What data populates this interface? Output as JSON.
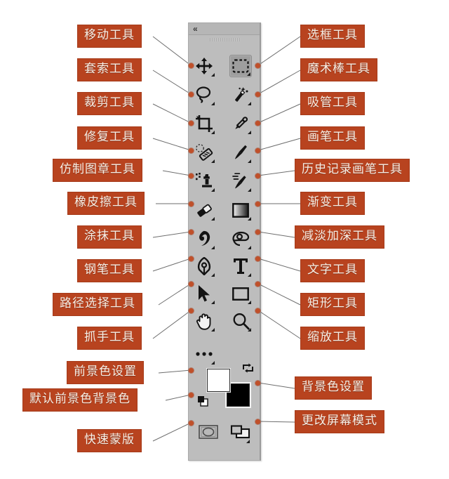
{
  "panel": {
    "name": "photoshop-toolbar",
    "collapse_chevrons": "«",
    "selected_tool": "marquee-tool",
    "background_color": "#bdbdbd",
    "accent_color": "#b8431f"
  },
  "annotations": {
    "left": [
      {
        "label": "移动工具",
        "name": "label-move-tool"
      },
      {
        "label": "套索工具",
        "name": "label-lasso-tool"
      },
      {
        "label": "裁剪工具",
        "name": "label-crop-tool"
      },
      {
        "label": "修复工具",
        "name": "label-healing-tool"
      },
      {
        "label": "仿制图章工具",
        "name": "label-clone-stamp-tool"
      },
      {
        "label": "橡皮擦工具",
        "name": "label-eraser-tool"
      },
      {
        "label": "涂抹工具",
        "name": "label-smudge-tool"
      },
      {
        "label": "钢笔工具",
        "name": "label-pen-tool"
      },
      {
        "label": "路径选择工具",
        "name": "label-path-selection-tool"
      },
      {
        "label": "抓手工具",
        "name": "label-hand-tool"
      },
      {
        "label": "前景色设置",
        "name": "label-foreground-color"
      },
      {
        "label": "默认前景色背景色",
        "name": "label-default-colors"
      },
      {
        "label": "快速蒙版",
        "name": "label-quick-mask"
      }
    ],
    "right": [
      {
        "label": "选框工具",
        "name": "label-marquee-tool"
      },
      {
        "label": "魔术棒工具",
        "name": "label-magic-wand-tool"
      },
      {
        "label": "吸管工具",
        "name": "label-eyedropper-tool"
      },
      {
        "label": "画笔工具",
        "name": "label-brush-tool"
      },
      {
        "label": "历史记录画笔工具",
        "name": "label-history-brush-tool"
      },
      {
        "label": "渐变工具",
        "name": "label-gradient-tool"
      },
      {
        "label": "减淡加深工具",
        "name": "label-dodge-burn-tool"
      },
      {
        "label": "文字工具",
        "name": "label-type-tool"
      },
      {
        "label": "矩形工具",
        "name": "label-rectangle-tool"
      },
      {
        "label": "缩放工具",
        "name": "label-zoom-tool"
      },
      {
        "label": "背景色设置",
        "name": "label-background-color"
      },
      {
        "label": "更改屏幕模式",
        "name": "label-screen-mode"
      }
    ]
  },
  "tools": {
    "left_column": [
      {
        "name": "move-tool",
        "icon": "move-icon"
      },
      {
        "name": "lasso-tool",
        "icon": "lasso-icon"
      },
      {
        "name": "crop-tool",
        "icon": "crop-icon"
      },
      {
        "name": "healing-brush-tool",
        "icon": "healing-brush-icon"
      },
      {
        "name": "clone-stamp-tool",
        "icon": "clone-stamp-icon"
      },
      {
        "name": "eraser-tool",
        "icon": "eraser-icon"
      },
      {
        "name": "smudge-tool",
        "icon": "smudge-icon"
      },
      {
        "name": "pen-tool",
        "icon": "pen-icon"
      },
      {
        "name": "path-selection-tool",
        "icon": "arrow-pointer-icon"
      },
      {
        "name": "hand-tool",
        "icon": "hand-icon"
      },
      {
        "name": "more-tools",
        "icon": "ellipsis-icon"
      }
    ],
    "right_column": [
      {
        "name": "marquee-tool",
        "icon": "marquee-icon"
      },
      {
        "name": "magic-wand-tool",
        "icon": "magic-wand-icon"
      },
      {
        "name": "eyedropper-tool",
        "icon": "eyedropper-icon"
      },
      {
        "name": "brush-tool",
        "icon": "brush-icon"
      },
      {
        "name": "history-brush-tool",
        "icon": "history-brush-icon"
      },
      {
        "name": "gradient-tool",
        "icon": "gradient-icon"
      },
      {
        "name": "dodge-tool",
        "icon": "dodge-icon"
      },
      {
        "name": "type-tool",
        "icon": "type-T-icon"
      },
      {
        "name": "rectangle-tool",
        "icon": "rectangle-icon"
      },
      {
        "name": "zoom-tool",
        "icon": "magnifier-icon"
      }
    ],
    "color_controls": {
      "foreground_color": "#ffffff",
      "background_color": "#000000",
      "swap_icon": "swap-arrows-icon",
      "default_icon": "default-colors-icon",
      "quick_mask_icon": "quick-mask-icon",
      "screen_mode_icon": "screen-mode-icon"
    }
  }
}
